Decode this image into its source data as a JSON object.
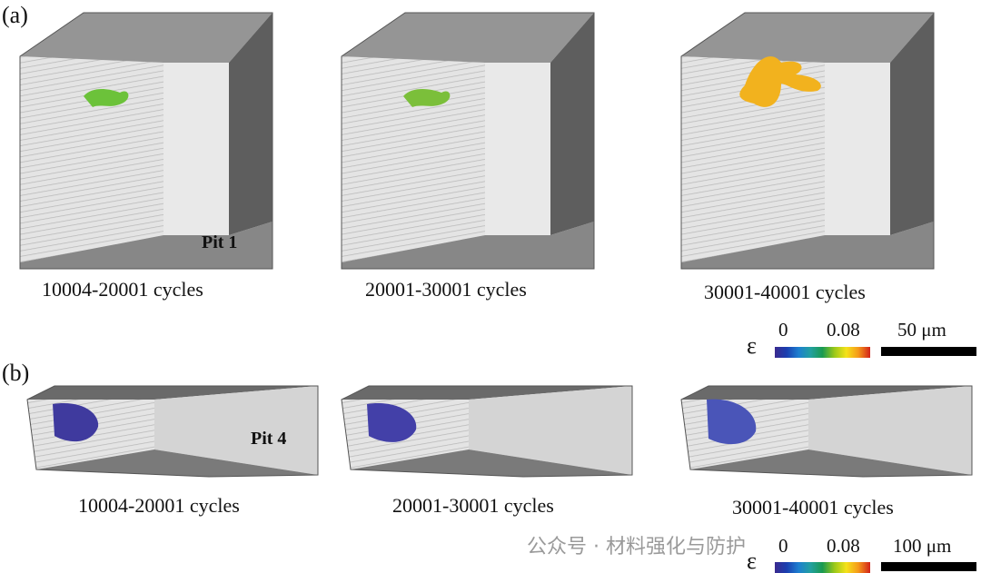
{
  "panels": {
    "a": {
      "label": "(a)",
      "pit_label": "Pit 1",
      "captions": [
        "10004-20001 cycles",
        "20001-30001 cycles",
        "30001-40001 cycles"
      ],
      "colorbar": {
        "symbol": "ε",
        "min": "0",
        "max": "0.08"
      },
      "scale_bar": "50 μm"
    },
    "b": {
      "label": "(b)",
      "pit_label": "Pit 4",
      "captions": [
        "10004-20001 cycles",
        "20001-30001 cycles",
        "30001-40001 cycles"
      ],
      "colorbar": {
        "symbol": "ε",
        "min": "0",
        "max": "0.08"
      },
      "scale_bar": "100 μm"
    }
  },
  "watermark": "公众号 · 材料强化与防护",
  "colors": {
    "box_dark": "#6a6a6a",
    "box_light": "#d8d8d8",
    "pit_a_low": "#6cc23a",
    "pit_a_high": "#f2b21e",
    "pit_b": "#3f3a9e"
  }
}
